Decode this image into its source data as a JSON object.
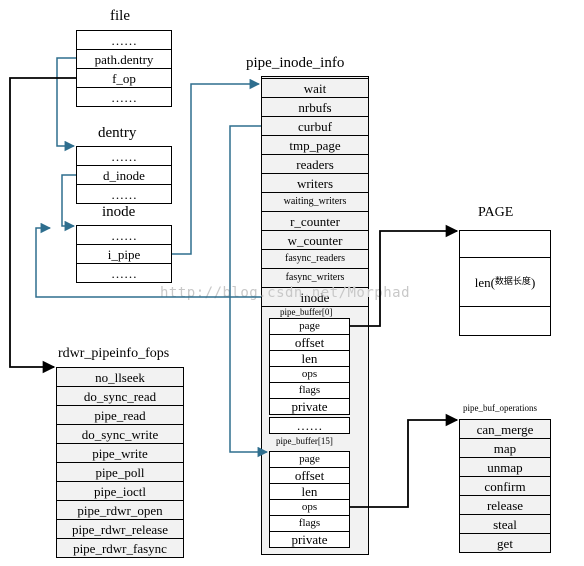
{
  "file": {
    "title": "file",
    "rows": [
      "……",
      "path.dentry",
      "f_op",
      "……"
    ]
  },
  "dentry": {
    "title": "dentry",
    "rows": [
      "……",
      "d_inode",
      "……"
    ]
  },
  "inode": {
    "title": "inode",
    "rows": [
      "……",
      "i_pipe",
      "……"
    ]
  },
  "pipe_inode_info": {
    "title": "pipe_inode_info",
    "rows": [
      "wait",
      "nrbufs",
      "curbuf",
      "tmp_page",
      "readers",
      "writers",
      "waiting_writers",
      "r_counter",
      "w_counter",
      "fasync_readers",
      "fasync_writers",
      "inode"
    ],
    "buffer0_label": "pipe_buffer[0]",
    "buffer0_rows": [
      "page",
      "offset",
      "len",
      "ops",
      "flags",
      "private"
    ],
    "ellipsis": "……",
    "buffer15_label": "pipe_buffer[15]",
    "buffer15_rows": [
      "page",
      "offset",
      "len",
      "ops",
      "flags",
      "private"
    ]
  },
  "page": {
    "title": "PAGE",
    "len_prefix": "len(",
    "len_cjk": "数据长度",
    "len_suffix": ")"
  },
  "fops": {
    "title": "rdwr_pipeinfo_fops",
    "rows": [
      "no_llseek",
      "do_sync_read",
      "pipe_read",
      "do_sync_write",
      "pipe_write",
      "pipe_poll",
      "pipe_ioctl",
      "pipe_rdwr_open",
      "pipe_rdwr_release",
      "pipe_rdwr_fasync"
    ]
  },
  "buf_ops": {
    "title": "pipe_buf_operations",
    "rows": [
      "can_merge",
      "map",
      "unmap",
      "confirm",
      "release",
      "steal",
      "get"
    ]
  },
  "watermark": "http://blog.csdn.net/Morphad",
  "colors": {
    "teal": "#2e6e8e",
    "black": "#000000",
    "shade": "#f2f2f2"
  }
}
